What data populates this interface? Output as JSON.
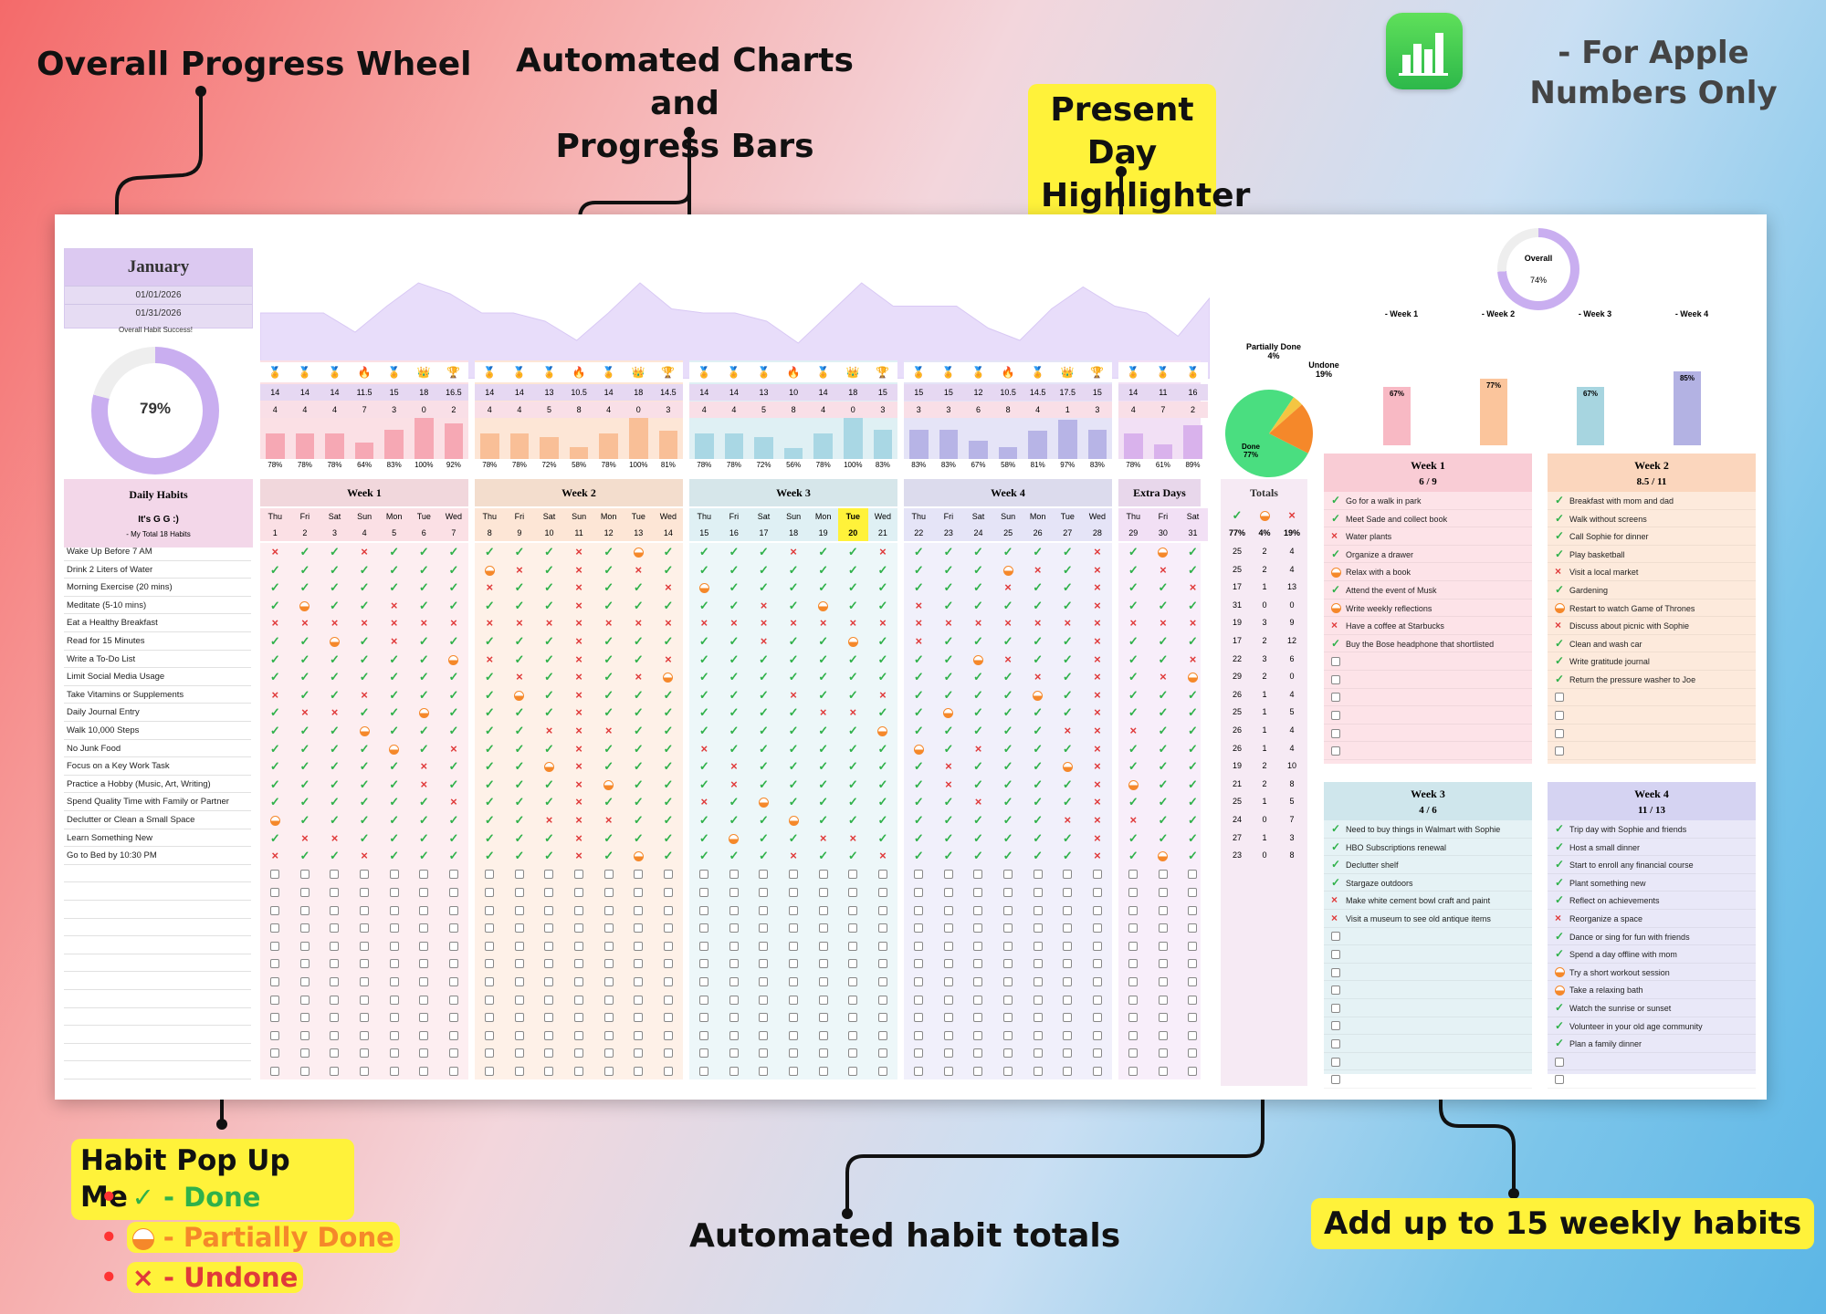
{
  "callouts": {
    "wheel": "Overall Progress Wheel",
    "charts_line1": "Automated Charts and",
    "charts_line2": "Progress Bars",
    "present_line1": "Present Day",
    "present_line2": "Highlighter",
    "apple": "- For Apple Numbers Only",
    "popup_title": "Habit Pop Up Menus",
    "legend_done": "✓ - Done",
    "legend_partial": "- Partially Done",
    "legend_undone": "× - Undone",
    "totals": "Automated habit totals",
    "weekly": "Add up to 15 weekly habits"
  },
  "sheet": {
    "month": "January",
    "start_date": "01/01/2026",
    "end_date": "01/31/2026",
    "overall_label": "Overall Habit Success!",
    "overall_pct": "79%",
    "overall_value": 0.79,
    "daily_habits_title": "Daily Habits",
    "subtitle": "It's G G :)",
    "total_label": "- My Total 18 Habits",
    "habits": [
      "Wake Up Before 7 AM",
      "Drink 2 Liters of Water",
      "Morning Exercise (20 mins)",
      "Meditate (5-10 mins)",
      "Eat a Healthy Breakfast",
      "Read for 15 Minutes",
      "Write a To-Do List",
      "Limit Social Media Usage",
      "Take Vitamins or Supplements",
      "Daily Journal Entry",
      "Walk 10,000 Steps",
      "No Junk Food",
      "Focus on a Key Work Task",
      "Practice a Hobby (Music, Art, Writing)",
      "Spend Quality Time with Family or Partner",
      "Declutter or Clean a Small Space",
      "Learn Something New",
      "Go to Bed by 10:30 PM"
    ],
    "weeks": [
      {
        "title": "Week 1",
        "color": "#fbe0e5",
        "days": [
          "Thu",
          "Fri",
          "Sat",
          "Sun",
          "Mon",
          "Tue",
          "Wed"
        ],
        "dates": [
          "1",
          "2",
          "3",
          "4",
          "5",
          "6",
          "7"
        ],
        "done": [
          "14",
          "14",
          "14",
          "11.5",
          "15",
          "18",
          "16.5"
        ],
        "undone": [
          "4",
          "4",
          "4",
          "7",
          "3",
          "0",
          "2"
        ],
        "pcts": [
          "78%",
          "78%",
          "78%",
          "64%",
          "83%",
          "100%",
          "92%"
        ],
        "vals": [
          0.78,
          0.78,
          0.78,
          0.64,
          0.83,
          1,
          0.92
        ],
        "bar": "#f6a8b4"
      },
      {
        "title": "Week 2",
        "color": "#fde6d6",
        "days": [
          "Thu",
          "Fri",
          "Sat",
          "Sun",
          "Mon",
          "Tue",
          "Wed"
        ],
        "dates": [
          "8",
          "9",
          "10",
          "11",
          "12",
          "13",
          "14"
        ],
        "done": [
          "14",
          "14",
          "13",
          "10.5",
          "14",
          "18",
          "14.5"
        ],
        "undone": [
          "4",
          "4",
          "5",
          "8",
          "4",
          "0",
          "3"
        ],
        "pcts": [
          "78%",
          "78%",
          "72%",
          "58%",
          "78%",
          "100%",
          "81%"
        ],
        "vals": [
          0.78,
          0.78,
          0.72,
          0.58,
          0.78,
          1,
          0.81
        ],
        "bar": "#f9bf97"
      },
      {
        "title": "Week 3",
        "color": "#dff0f4",
        "days": [
          "Thu",
          "Fri",
          "Sat",
          "Sun",
          "Mon",
          "Tue",
          "Wed"
        ],
        "dates": [
          "15",
          "16",
          "17",
          "18",
          "19",
          "20",
          "21"
        ],
        "done": [
          "14",
          "14",
          "13",
          "10",
          "14",
          "18",
          "15"
        ],
        "undone": [
          "4",
          "4",
          "5",
          "8",
          "4",
          "0",
          "3"
        ],
        "pcts": [
          "78%",
          "78%",
          "72%",
          "56%",
          "78%",
          "100%",
          "83%"
        ],
        "vals": [
          0.78,
          0.78,
          0.72,
          0.56,
          0.78,
          1,
          0.83
        ],
        "bar": "#a9d7e4"
      },
      {
        "title": "Week 4",
        "color": "#e5e4f7",
        "days": [
          "Thu",
          "Fri",
          "Sat",
          "Sun",
          "Mon",
          "Tue",
          "Wed"
        ],
        "dates": [
          "22",
          "23",
          "24",
          "25",
          "26",
          "27",
          "28"
        ],
        "done": [
          "15",
          "15",
          "12",
          "10.5",
          "14.5",
          "17.5",
          "15"
        ],
        "undone": [
          "3",
          "3",
          "6",
          "8",
          "4",
          "1",
          "3"
        ],
        "pcts": [
          "83%",
          "83%",
          "67%",
          "58%",
          "81%",
          "97%",
          "83%"
        ],
        "vals": [
          0.83,
          0.83,
          0.67,
          0.58,
          0.81,
          0.97,
          0.83
        ],
        "bar": "#b7b4e6"
      },
      {
        "title": "Extra Days",
        "color": "#f2e0f5",
        "days": [
          "Thu",
          "Fri",
          "Sat"
        ],
        "dates": [
          "29",
          "30",
          "31"
        ],
        "done": [
          "14",
          "11",
          "16"
        ],
        "undone": [
          "4",
          "7",
          "2"
        ],
        "pcts": [
          "78%",
          "61%",
          "89%"
        ],
        "vals": [
          0.78,
          0.61,
          0.89
        ],
        "bar": "#d9b2ec"
      }
    ],
    "today": "20",
    "totals_title": "Totals",
    "totals_pcts": [
      "77%",
      "4%",
      "19%"
    ],
    "totals_rows": [
      [
        "25",
        "2",
        "4"
      ],
      [
        "25",
        "2",
        "4"
      ],
      [
        "17",
        "1",
        "13"
      ],
      [
        "31",
        "0",
        "0"
      ],
      [
        "19",
        "3",
        "9"
      ],
      [
        "17",
        "2",
        "12"
      ],
      [
        "22",
        "3",
        "6"
      ],
      [
        "29",
        "2",
        "0"
      ],
      [
        "26",
        "1",
        "4"
      ],
      [
        "25",
        "1",
        "5"
      ],
      [
        "26",
        "1",
        "4"
      ],
      [
        "26",
        "1",
        "4"
      ],
      [
        "19",
        "2",
        "10"
      ],
      [
        "21",
        "2",
        "8"
      ],
      [
        "25",
        "1",
        "5"
      ],
      [
        "24",
        "0",
        "7"
      ],
      [
        "27",
        "1",
        "3"
      ],
      [
        "23",
        "0",
        "8"
      ]
    ],
    "pie": {
      "done_label": "Done",
      "done_pct": "77%",
      "partial_label": "Partially Done",
      "partial_pct": "4%",
      "undone_label": "Undone",
      "undone_pct": "19%",
      "done": 77,
      "partial": 4,
      "undone": 19
    },
    "overall_small_label": "Overall",
    "overall_small_pct": "74%",
    "overall_small_value": 0.74,
    "week_bars": [
      {
        "label": "- Week 1",
        "pct": "67%",
        "value": 0.67,
        "color": "#f8b9c4"
      },
      {
        "label": "- Week 2",
        "pct": "77%",
        "value": 0.77,
        "color": "#fbc59c"
      },
      {
        "label": "- Week 3",
        "pct": "67%",
        "value": 0.67,
        "color": "#a7d5e0"
      },
      {
        "label": "- Week 4",
        "pct": "85%",
        "value": 0.85,
        "color": "#b3b2e3"
      }
    ],
    "weekly_panels": [
      {
        "title": "Week 1",
        "ratio": "6 / 9",
        "color": "#fde3e8",
        "hcolor": "#f9ccd5",
        "tasks": [
          [
            "c",
            "Go for a walk in park"
          ],
          [
            "c",
            "Meet Sade and collect book"
          ],
          [
            "x",
            "Water plants"
          ],
          [
            "c",
            "Organize a drawer"
          ],
          [
            "p",
            "Relax with a book"
          ],
          [
            "c",
            "Attend the event of Musk"
          ],
          [
            "p",
            "Write weekly reflections"
          ],
          [
            "x",
            "Have a coffee at Starbucks"
          ],
          [
            "c",
            "Buy the Bose headphone that shortlisted"
          ],
          [
            "b",
            ""
          ],
          [
            "b",
            ""
          ],
          [
            "b",
            ""
          ],
          [
            "b",
            ""
          ],
          [
            "b",
            ""
          ],
          [
            "b",
            ""
          ]
        ]
      },
      {
        "title": "Week 2",
        "ratio": "8.5 / 11",
        "color": "#fdeadc",
        "hcolor": "#fbd6bd",
        "tasks": [
          [
            "c",
            "Breakfast with mom and dad"
          ],
          [
            "c",
            "Walk without screens"
          ],
          [
            "c",
            "Call Sophie for dinner"
          ],
          [
            "c",
            "Play basketball"
          ],
          [
            "x",
            "Visit a local market"
          ],
          [
            "c",
            "Gardening"
          ],
          [
            "p",
            "Restart to watch Game of Thrones"
          ],
          [
            "x",
            "Discuss about picnic with Sophie"
          ],
          [
            "c",
            "Clean and wash car"
          ],
          [
            "c",
            "Write gratitude journal"
          ],
          [
            "c",
            "Return the pressure washer to Joe"
          ],
          [
            "b",
            ""
          ],
          [
            "b",
            ""
          ],
          [
            "b",
            ""
          ],
          [
            "b",
            ""
          ]
        ]
      },
      {
        "title": "Week 3",
        "ratio": "4 / 6",
        "color": "#e5f2f5",
        "hcolor": "#cfe6ec",
        "tasks": [
          [
            "c",
            "Need to buy things in Walmart with Sophie"
          ],
          [
            "c",
            "HBO Subscriptions renewal"
          ],
          [
            "c",
            "Declutter shelf"
          ],
          [
            "c",
            "Stargaze outdoors"
          ],
          [
            "x",
            "Make white cement bowl craft and paint"
          ],
          [
            "x",
            "Visit a museum to see old antique items"
          ],
          [
            "b",
            ""
          ],
          [
            "b",
            ""
          ],
          [
            "b",
            ""
          ],
          [
            "b",
            ""
          ],
          [
            "b",
            ""
          ],
          [
            "b",
            ""
          ],
          [
            "b",
            ""
          ],
          [
            "b",
            ""
          ],
          [
            "b",
            ""
          ]
        ]
      },
      {
        "title": "Week 4",
        "ratio": "11 / 13",
        "color": "#e9e8f8",
        "hcolor": "#d5d3f2",
        "tasks": [
          [
            "c",
            "Trip day with Sophie and friends"
          ],
          [
            "c",
            "Host a small dinner"
          ],
          [
            "c",
            "Start to enroll any financial course"
          ],
          [
            "c",
            "Plant something new"
          ],
          [
            "c",
            "Reflect on achievements"
          ],
          [
            "x",
            "Reorganize a space"
          ],
          [
            "c",
            "Dance or sing for fun with friends"
          ],
          [
            "c",
            "Spend a day offline with mom"
          ],
          [
            "p",
            "Try a short workout session"
          ],
          [
            "p",
            "Take a relaxing bath"
          ],
          [
            "c",
            "Watch the sunrise or sunset"
          ],
          [
            "c",
            "Volunteer in your old age community"
          ],
          [
            "c",
            "Plan a family dinner"
          ],
          [
            "b",
            ""
          ],
          [
            "b",
            ""
          ]
        ]
      }
    ]
  },
  "colors": {
    "done": "#2fb14a",
    "undone": "#e03a3a",
    "partial": "#f5882a",
    "wheel": "#c9aef0",
    "highlight": "#fff23a"
  }
}
